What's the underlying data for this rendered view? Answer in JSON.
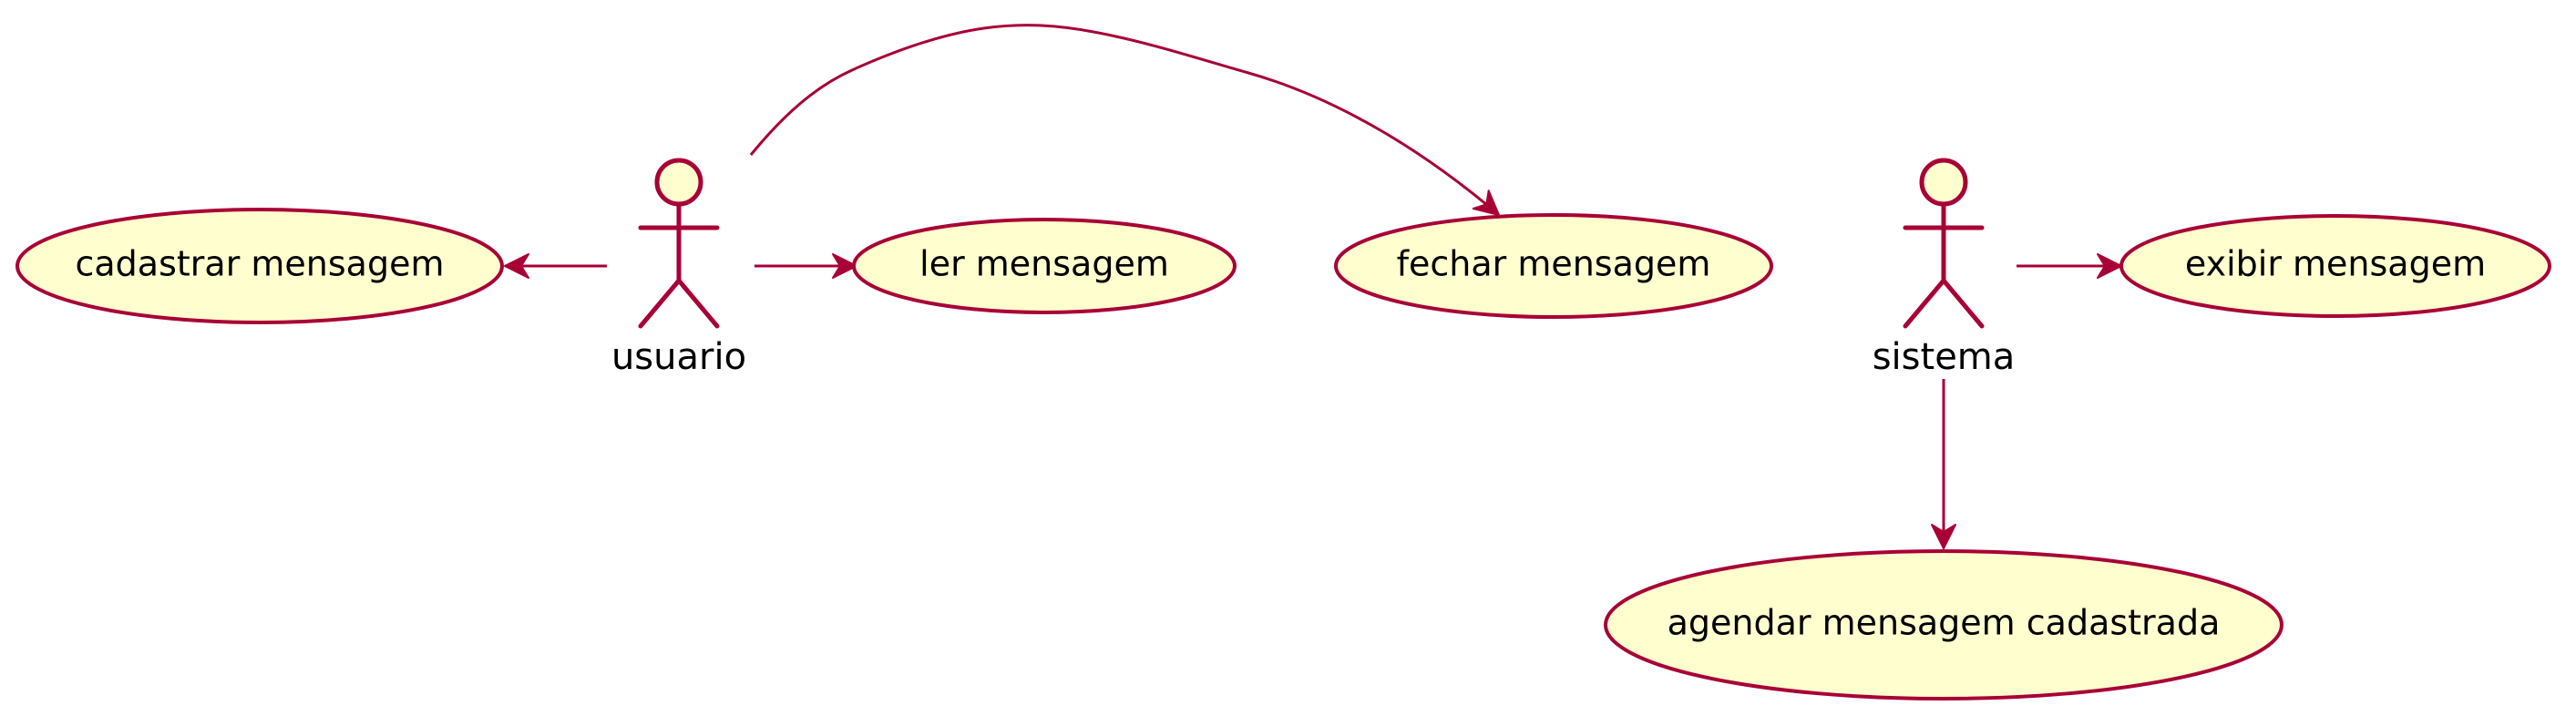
{
  "colors": {
    "stroke": "#A80036",
    "fill": "#FEFECE",
    "text": "#000000",
    "background": "#FFFFFF"
  },
  "actors": {
    "usuario": "usuario",
    "sistema": "sistema"
  },
  "usecases": {
    "cadastrar": "cadastrar mensagem",
    "ler": "ler mensagem",
    "fechar": "fechar mensagem",
    "exibir": "exibir mensagem",
    "agendar": "agendar mensagem cadastrada"
  },
  "relations": [
    {
      "from": "usuario",
      "to": "cadastrar mensagem"
    },
    {
      "from": "usuario",
      "to": "ler mensagem"
    },
    {
      "from": "usuario",
      "to": "fechar mensagem"
    },
    {
      "from": "sistema",
      "to": "exibir mensagem"
    },
    {
      "from": "sistema",
      "to": "agendar mensagem cadastrada"
    }
  ]
}
